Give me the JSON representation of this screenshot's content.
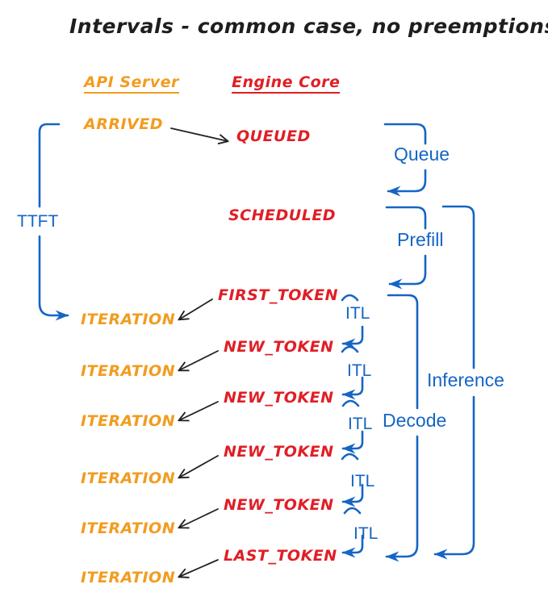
{
  "title": "Intervals - common case, no preemptions",
  "headers": {
    "api_server": "API Server",
    "engine_core": "Engine Core"
  },
  "api_column": {
    "arrived": "ARRIVED",
    "iterations": [
      "ITERATION",
      "ITERATION",
      "ITERATION",
      "ITERATION",
      "ITERATION",
      "ITERATION"
    ]
  },
  "engine_column": {
    "queued": "QUEUED",
    "scheduled": "SCHEDULED",
    "tokens": [
      "FIRST_TOKEN",
      "NEW_TOKEN",
      "NEW_TOKEN",
      "NEW_TOKEN",
      "NEW_TOKEN",
      "LAST_TOKEN"
    ]
  },
  "intervals": {
    "ttft": "TTFT",
    "queue": "Queue",
    "prefill": "Prefill",
    "decode": "Decode",
    "inference": "Inference",
    "itl": [
      "ITL",
      "ITL",
      "ITL",
      "ITL",
      "ITL"
    ]
  },
  "colors": {
    "blue": "#1565c4",
    "orange": "#f29c1f",
    "red": "#e01e25",
    "ink": "#1e1e1e"
  }
}
